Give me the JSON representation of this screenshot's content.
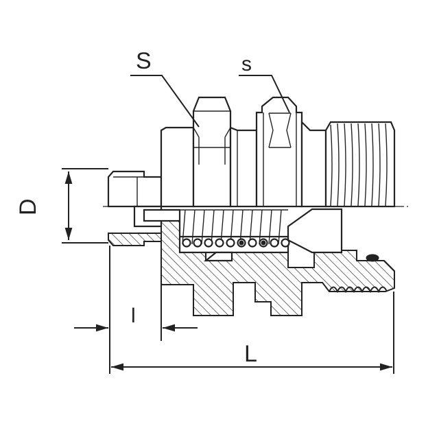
{
  "labels": {
    "hex_large": "S",
    "hex_small": "s",
    "diameter": "D",
    "thread_length": "l",
    "overall_length": "L"
  }
}
